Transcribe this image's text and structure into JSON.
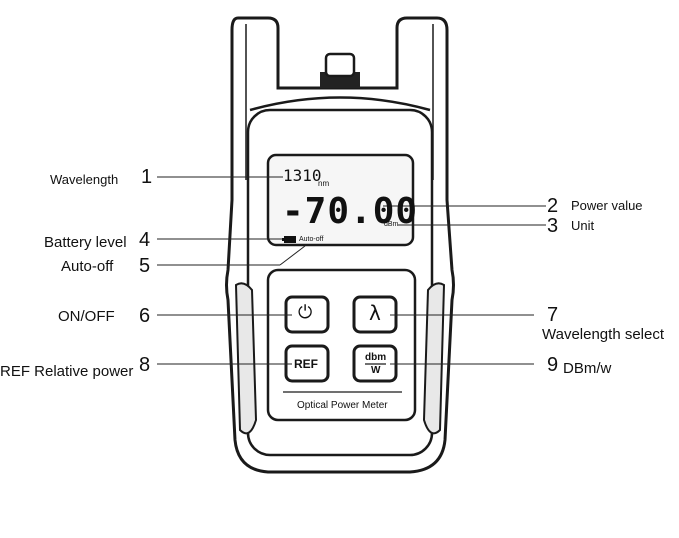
{
  "lcd": {
    "wavelength": "1310",
    "wavelength_unit": "nm",
    "power_value": "-70.00",
    "power_unit": "dBm",
    "auto_off": "Auto-off"
  },
  "buttons": {
    "power_symbol": "⏻",
    "lambda": "λ",
    "ref": "REF",
    "dbm_top": "dbm",
    "dbm_bottom": "W"
  },
  "device_label": "Optical Power Meter",
  "callouts": [
    {
      "num": "1",
      "label": "Wavelength"
    },
    {
      "num": "2",
      "label": "Power value"
    },
    {
      "num": "3",
      "label": "Unit"
    },
    {
      "num": "4",
      "label": "Battery level"
    },
    {
      "num": "5",
      "label": "Auto-off"
    },
    {
      "num": "6",
      "label": "ON/OFF"
    },
    {
      "num": "7",
      "label": "Wavelength select"
    },
    {
      "num": "8",
      "label": "REF Relative power"
    },
    {
      "num": "9",
      "label": "DBm/w"
    }
  ]
}
